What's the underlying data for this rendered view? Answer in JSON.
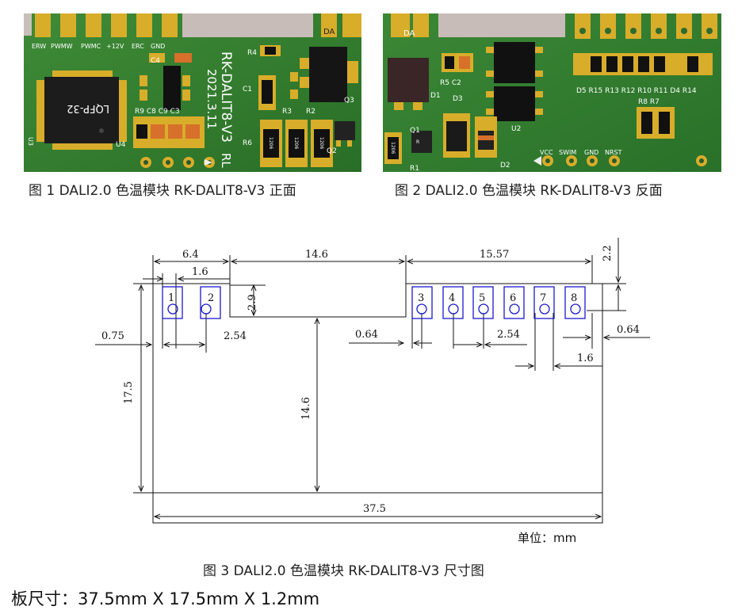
{
  "front": {
    "caption": "图 1 DALI2.0 色温模块 RK-DALIT8-V3  正面",
    "pad_labels": [
      "ERW",
      "PWMW",
      "PWMC",
      "+12V",
      "ERC",
      "GND"
    ],
    "chip_label": "LQFP-32",
    "board_name": "RK-DALIT8-V3",
    "board_date": "2021.3.11",
    "board_suffix": "RL",
    "ref_labels": {
      "da": "DA",
      "r4": "R4",
      "c4": "C4",
      "c1": "C1",
      "r3": "R3",
      "r2": "R2",
      "q3": "Q3",
      "r6": "R6",
      "q2": "Q2",
      "r9c8c9c3": "R9 C8 C9 C3",
      "u4": "U4",
      "u3": "U3"
    },
    "part_code_1206": "1206",
    "part_code_r": "R"
  },
  "back": {
    "caption": "图 2 DALI2.0 色温模块 RK-DALIT8-V3  反面",
    "ref_labels": {
      "da": "DA",
      "r5c2": "R5 C2",
      "d1": "D1",
      "d3": "D3",
      "u2": "U2",
      "q1": "Q1",
      "r1": "R1",
      "d2": "D2",
      "d5row": "D5 R15 R13 R12 R10 R11 D4 R14",
      "r8r7": "R8 R7"
    },
    "pin_labels": [
      "VCC",
      "SWIM",
      "GND",
      "NRST"
    ]
  },
  "drawing": {
    "caption": "图 3 DALI2.0 色温模块 RK-DALIT8-V3  尺寸图",
    "unit_label": "单位：mm",
    "pins": [
      "1",
      "2",
      "3",
      "4",
      "5",
      "6",
      "7",
      "8"
    ],
    "dims": {
      "d6_4": "6.4",
      "d14_6_top": "14.6",
      "d15_57": "15.57",
      "d2_2": "2.2",
      "d1_6_left": "1.6",
      "d2_9": "2.9",
      "d0_75": "0.75",
      "d2_54_left": "2.54",
      "d0_64_left": "0.64",
      "d2_54_right": "2.54",
      "d0_64_right": "0.64",
      "d1_6_right": "1.6",
      "d17_5": "17.5",
      "d14_6_vert": "14.6",
      "d37_5": "37.5"
    }
  },
  "footer_text": "板尺寸：37.5mm X 17.5mm X 1.2mm",
  "colors": {
    "pcb": "#2f7d2f",
    "pad": "#d8ad2a",
    "chip": "#1c1c1c",
    "pin_box": "#1a1acc",
    "pin_num": "#dd2222"
  }
}
